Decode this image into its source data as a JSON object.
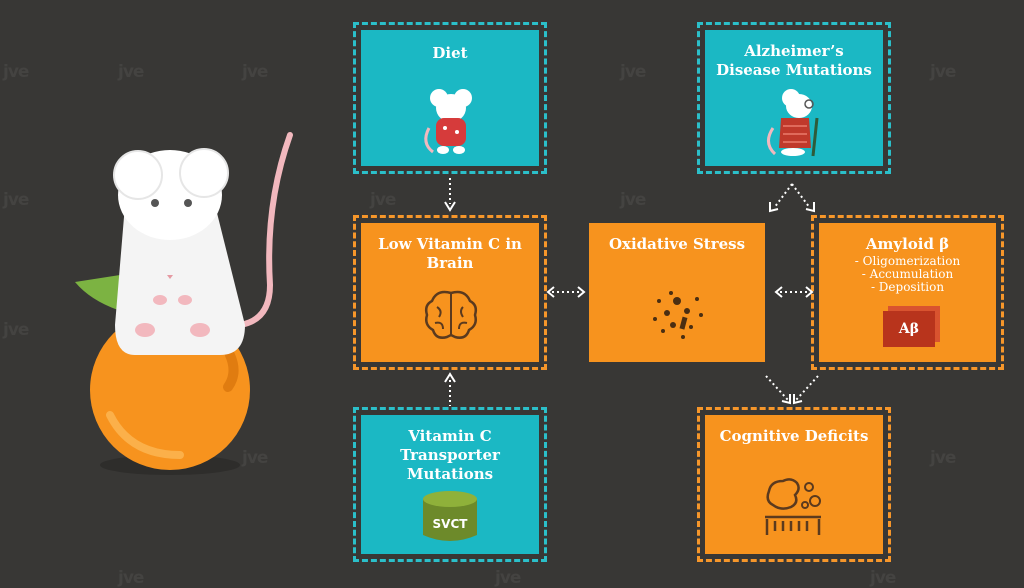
{
  "nodes": {
    "diet": {
      "title": "Diet"
    },
    "ad_mutations": {
      "title": "Alzheimer’s Disease Mutations"
    },
    "low_vitc": {
      "title": "Low Vitamin C in Brain"
    },
    "oxidative": {
      "title": "Oxidative Stress"
    },
    "amyloid": {
      "title": "Amyloid β",
      "details": [
        "- Oligomerization",
        "- Accumulation",
        "- Deposition"
      ],
      "icon_label": "Aβ"
    },
    "transporter": {
      "title": "Vitamin C Transporter Mutations",
      "icon_label": "SVCT"
    },
    "cognitive": {
      "title": "Cognitive Deficits"
    }
  },
  "watermark": "jve",
  "colors": {
    "background": "#383735",
    "teal": "#1bb8c4",
    "orange": "#f7931e"
  },
  "icons": [
    "mouse-sweater-icon",
    "elderly-mouse-icon",
    "brain-icon",
    "oxidative-particles-icon",
    "amyloid-cube-icon",
    "svct-cylinder-icon",
    "cognitive-brain-icon",
    "mouse-on-orange-illustration"
  ]
}
